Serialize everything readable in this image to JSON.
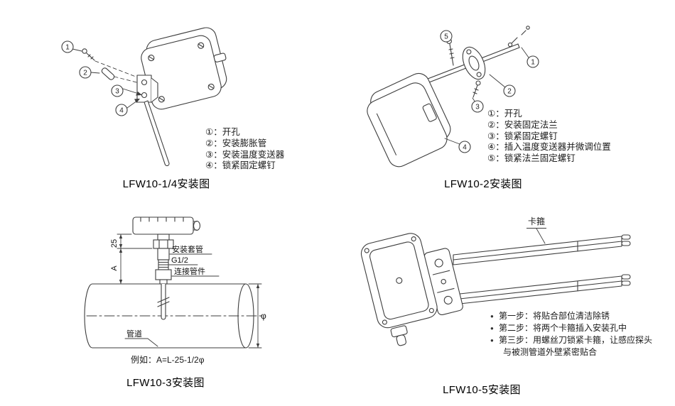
{
  "page": {
    "background": "#ffffff",
    "line_color": "#3d3d3d"
  },
  "panels": {
    "p1": {
      "title": "LFW10-1/4安装图",
      "callouts": [
        "1",
        "2",
        "3",
        "4"
      ],
      "legend": [
        "①：开孔",
        "②：安装膨胀管",
        "③：安装温度变送器",
        "④：锁紧固定螺钉"
      ]
    },
    "p2": {
      "title": "LFW10-2安装图",
      "callouts": [
        "5",
        "1",
        "2",
        "3",
        "4"
      ],
      "legend": [
        "①：开孔",
        "②：安装固定法兰",
        "③：锁紧固定螺钉",
        "④：插入温度变送器并微调位置",
        "⑤：锁紧法兰固定螺钉"
      ]
    },
    "p3": {
      "title": "LFW10-3安装图",
      "dims": {
        "d25": "25",
        "dA": "A",
        "phi": "φ"
      },
      "labels": {
        "sleeve": "安装套管",
        "thread": "G1/2",
        "fitting": "连接管件",
        "pipe": "管道"
      },
      "example": "例如：A=L-25-1/2φ"
    },
    "p5": {
      "title": "LFW10-5安装图",
      "clamp_label": "卡箍",
      "steps": [
        {
          "bullet": "●",
          "text": "第一步：将贴合部位清洁除锈"
        },
        {
          "bullet": "●",
          "text": "第二步：将两个卡箍插入安装孔中"
        },
        {
          "bullet": "●",
          "text": "第三步：用螺丝刀锁紧卡箍，让感应探头"
        },
        {
          "bullet": "",
          "text": "与被测管道外壁紧密贴合"
        }
      ]
    }
  }
}
